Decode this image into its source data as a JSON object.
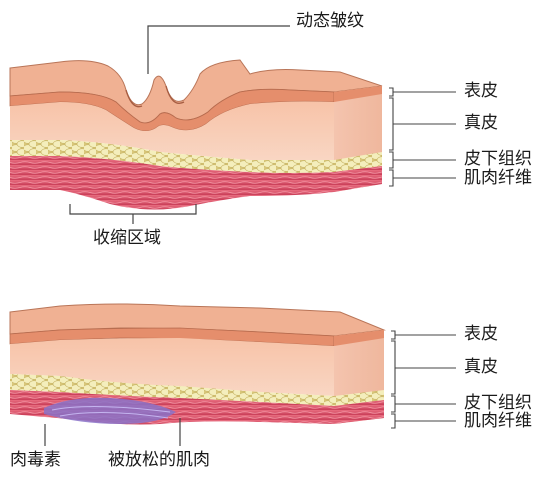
{
  "top_panel": {
    "callout": "动态皱纹",
    "contraction_label": "收缩区域",
    "layers": {
      "epidermis": "表皮",
      "dermis": "真皮",
      "subcutaneous": "皮下组织",
      "muscle": "肌肉纤维"
    }
  },
  "bottom_panel": {
    "toxin_label": "肉毒素",
    "relaxed_label": "被放松的肌肉",
    "layers": {
      "epidermis": "表皮",
      "dermis": "真皮",
      "subcutaneous": "皮下组织",
      "muscle": "肌肉纤维"
    }
  },
  "colors": {
    "epidermis": "#e8a27f",
    "dermis": "#f6c9b2",
    "fat": "#efe5a2",
    "muscle": "#d9506a",
    "toxin": "#8a72c8"
  }
}
